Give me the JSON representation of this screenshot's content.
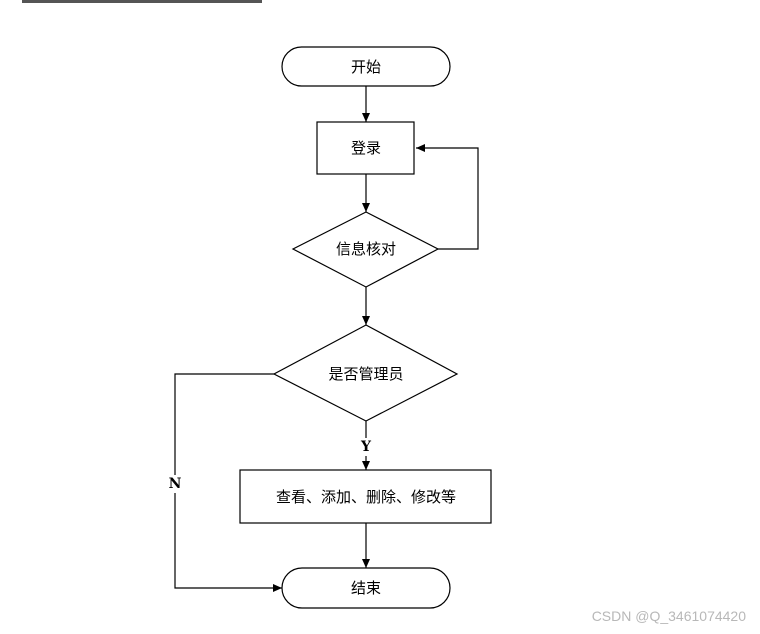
{
  "nodes": {
    "start": "开始",
    "login": "登录",
    "verify": "信息核对",
    "is_admin": "是否管理员",
    "actions": "查看、添加、删除、修改等",
    "end": "结束"
  },
  "branches": {
    "yes": "Y",
    "no": "N"
  },
  "watermark": "CSDN @Q_3461074420",
  "colors": {
    "stroke": "#000000",
    "background": "#ffffff",
    "watermark": "#b8b8b8"
  }
}
